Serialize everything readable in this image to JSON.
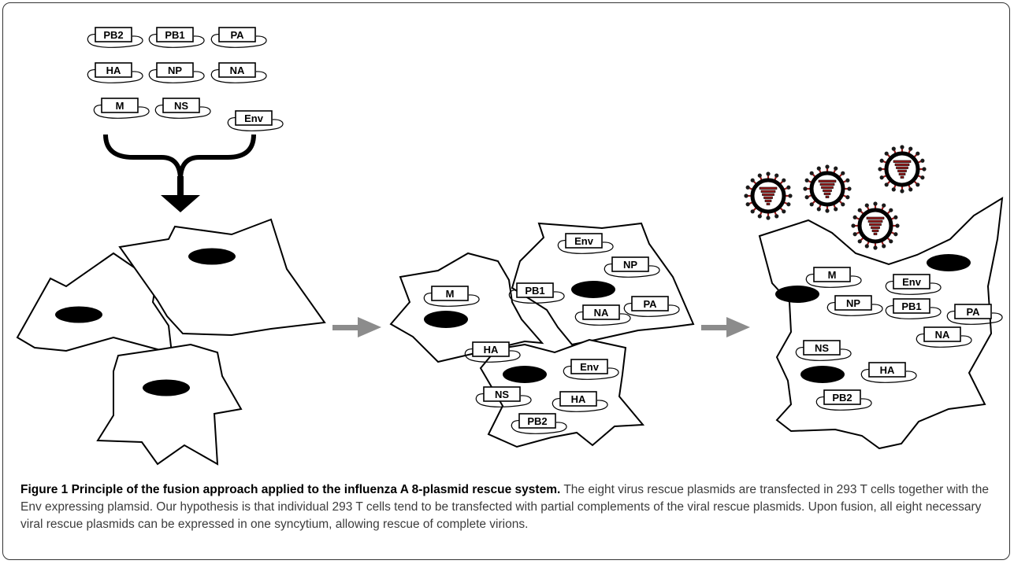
{
  "figure": {
    "plasmids_stock": [
      "PB2",
      "PB1",
      "PA",
      "HA",
      "NP",
      "NA",
      "M",
      "NS",
      "Env"
    ],
    "cell_1_plasmids": [
      "M",
      "HA"
    ],
    "cell_2_plasmids": [
      "Env",
      "NP",
      "PB1",
      "NA",
      "PA"
    ],
    "cell_3_plasmids": [
      "Env",
      "NS",
      "HA",
      "PB2"
    ],
    "syncytium_plasmids": [
      "M",
      "Env",
      "NP",
      "PB1",
      "PA",
      "NA",
      "NS",
      "HA",
      "PB2"
    ],
    "colors": {
      "outline": "#000000",
      "arrow_gray": "#8c8c8c",
      "virion_red": "#9a1b1b",
      "caption_text": "#3c3c3c"
    }
  },
  "caption": {
    "title": "Figure 1 Principle of the fusion approach applied to the influenza A 8-plasmid rescue system.",
    "body": "The eight virus rescue plasmids are transfected in 293 T cells together with the Env expressing plamsid. Our hypothesis is that individual 293 T cells tend to be transfected with partial complements of the viral rescue plasmids. Upon fusion, all eight necessary viral rescue plasmids can be expressed in one syncytium, allowing rescue of complete virions."
  }
}
